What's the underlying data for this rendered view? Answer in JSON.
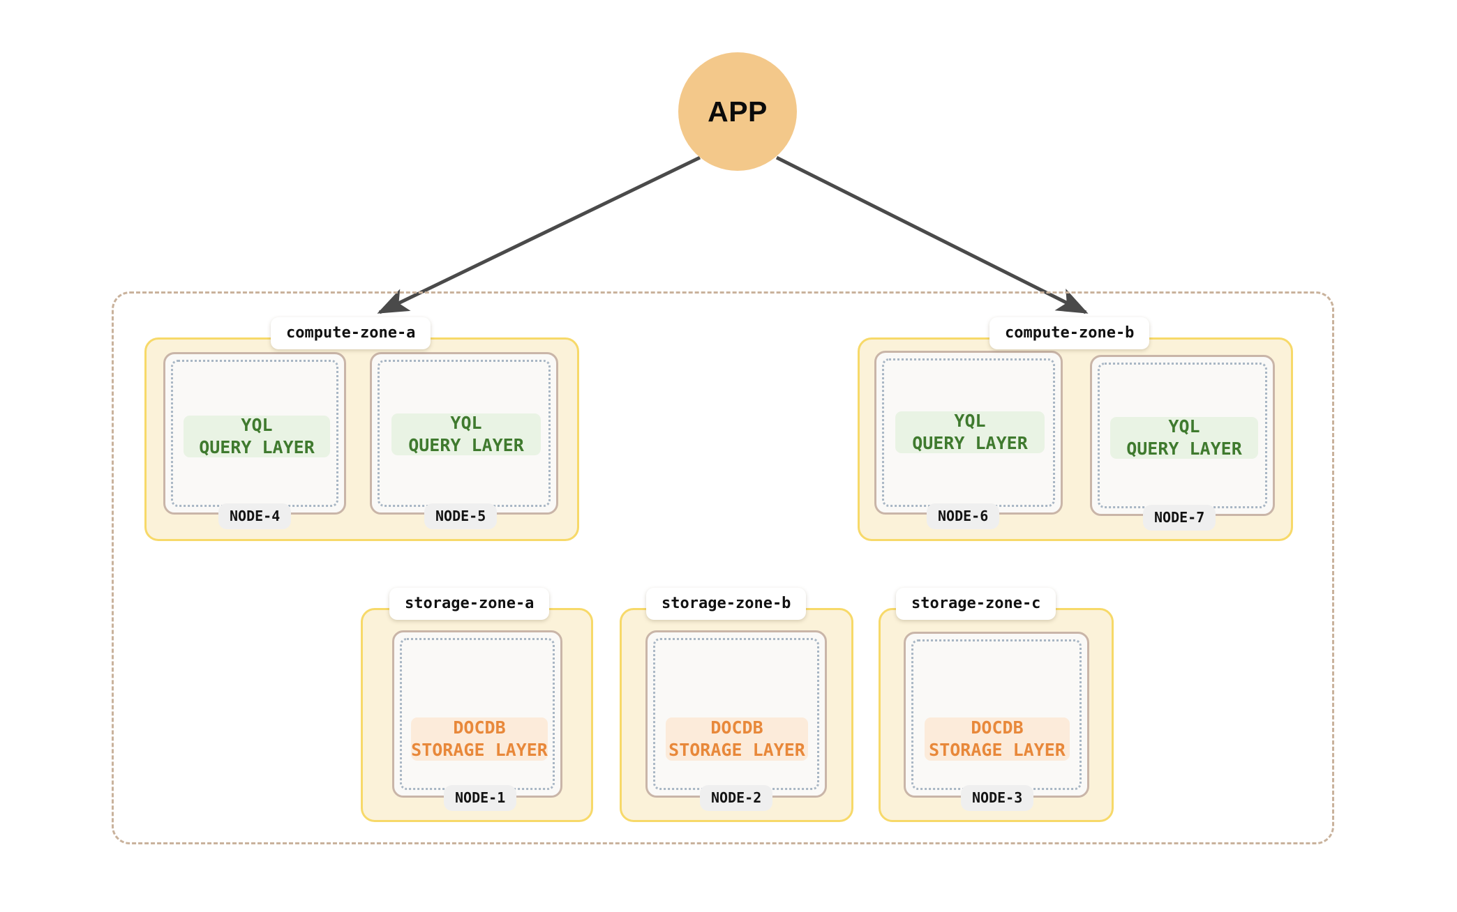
{
  "diagram": {
    "client": {
      "label": "APP",
      "shape": "circle",
      "fill": "#F3C88A"
    },
    "outer_region": {
      "border_style": "dash-dot",
      "border_color": "#C9B29C"
    },
    "arrows": [
      {
        "from": "APP",
        "to": "compute-zone-a"
      },
      {
        "from": "APP",
        "to": "compute-zone-b"
      }
    ],
    "colors": {
      "zone_fill": "#FBF2D9",
      "zone_border": "#F7D969",
      "node_fill": "#FAF9F7",
      "node_border": "#C9B5A8",
      "node_inner_dotted": "#A8B6C4",
      "yql_fill": "#E9F3E4",
      "yql_text": "#3F7A2E",
      "docdb_fill": "#FCEBDA",
      "docdb_text": "#E8883A",
      "arrow": "#4A4A4A",
      "badge_fill": "#EFEFEF",
      "label_fill": "#FFFFFF"
    },
    "compute_zones": [
      {
        "label": "compute-zone-a",
        "nodes": [
          {
            "badge": "NODE-4",
            "layer_line1": "YQL",
            "layer_line2": "QUERY LAYER",
            "layer_type": "yql"
          },
          {
            "badge": "NODE-5",
            "layer_line1": "YQL",
            "layer_line2": "QUERY LAYER",
            "layer_type": "yql"
          }
        ]
      },
      {
        "label": "compute-zone-b",
        "nodes": [
          {
            "badge": "NODE-6",
            "layer_line1": "YQL",
            "layer_line2": "QUERY LAYER",
            "layer_type": "yql"
          },
          {
            "badge": "NODE-7",
            "layer_line1": "YQL",
            "layer_line2": "QUERY LAYER",
            "layer_type": "yql"
          }
        ]
      }
    ],
    "storage_zones": [
      {
        "label": "storage-zone-a",
        "nodes": [
          {
            "badge": "NODE-1",
            "layer_line1": "DOCDB",
            "layer_line2": "STORAGE LAYER",
            "layer_type": "docdb"
          }
        ]
      },
      {
        "label": "storage-zone-b",
        "nodes": [
          {
            "badge": "NODE-2",
            "layer_line1": "DOCDB",
            "layer_line2": "STORAGE LAYER",
            "layer_type": "docdb"
          }
        ]
      },
      {
        "label": "storage-zone-c",
        "nodes": [
          {
            "badge": "NODE-3",
            "layer_line1": "DOCDB",
            "layer_line2": "STORAGE LAYER",
            "layer_type": "docdb"
          }
        ]
      }
    ]
  }
}
